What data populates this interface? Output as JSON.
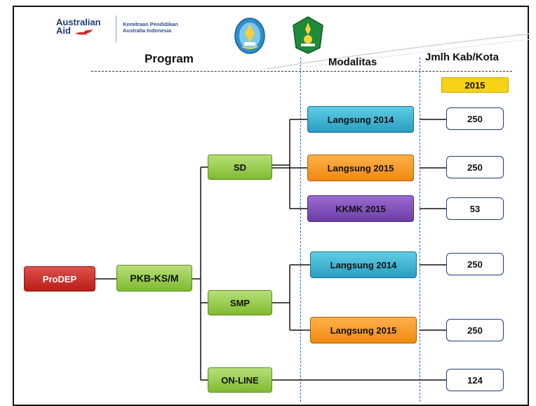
{
  "logos": {
    "australian_aid_line1": "Australian",
    "australian_aid_line2": "Aid",
    "kemitraan_line1": "Kemitraan Pendidikan",
    "kemitraan_line2": "Australia Indonesia"
  },
  "headers": {
    "program": "Program",
    "modalitas": "Modalitas",
    "jmlh": "Jmlh Kab/Kota",
    "year": "2015"
  },
  "programs": {
    "root": "ProDEP",
    "level1": "PKB-KS/M",
    "sd": "SD",
    "smp": "SMP",
    "online": "ON-LINE"
  },
  "modalities": [
    {
      "label": "Langsung 2014",
      "parent": "SD",
      "color": "#3bb4d6",
      "count": "250"
    },
    {
      "label": "Langsung 2015",
      "parent": "SD",
      "color": "#f59a22",
      "count": "250"
    },
    {
      "label": "KKMK 2015",
      "parent": "SD",
      "color": "#7d4fb8",
      "count": "53"
    },
    {
      "label": "Langsung 2014",
      "parent": "SMP",
      "color": "#3bb4d6",
      "count": "250"
    },
    {
      "label": "Langsung 2015",
      "parent": "SMP",
      "color": "#f59a22",
      "count": "250"
    }
  ],
  "online_count": "124",
  "colors": {
    "program_green": "#8cc63f",
    "root_red": "#c9302c",
    "year_yellow": "#f7d317",
    "dashed_blue": "#2a66a8"
  }
}
